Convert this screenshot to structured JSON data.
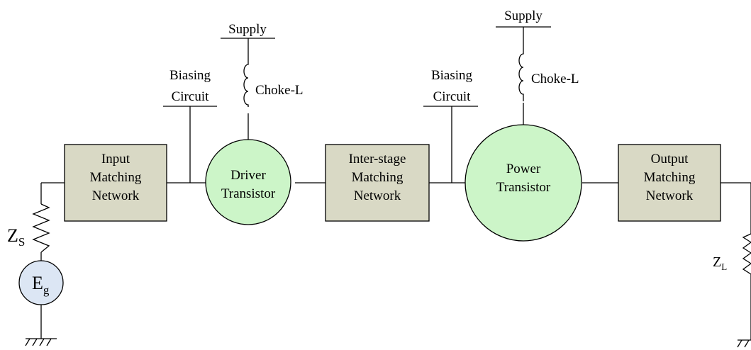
{
  "blocks": {
    "input": [
      "Input",
      "Matching",
      "Network"
    ],
    "interstage": [
      "Inter-stage",
      "Matching",
      "Network"
    ],
    "output": [
      "Output",
      "Matching",
      "Network"
    ]
  },
  "transistors": {
    "driver": [
      "Driver",
      "Transistor"
    ],
    "power": [
      "Power",
      "Transistor"
    ]
  },
  "biasing": {
    "line1": "Biasing",
    "line2": "Circuit"
  },
  "supply_label": "Supply",
  "choke_label": "Choke-L",
  "source": {
    "main": "E",
    "sub": "g"
  },
  "source_impedance": {
    "main": "Z",
    "sub": "S"
  },
  "load_impedance": {
    "main": "Z",
    "sub": "L"
  },
  "colors": {
    "block_fill": "#d9d9c5",
    "transistor_fill": "#ccf5c8",
    "source_fill": "#dce6f4",
    "line": "#000000"
  }
}
